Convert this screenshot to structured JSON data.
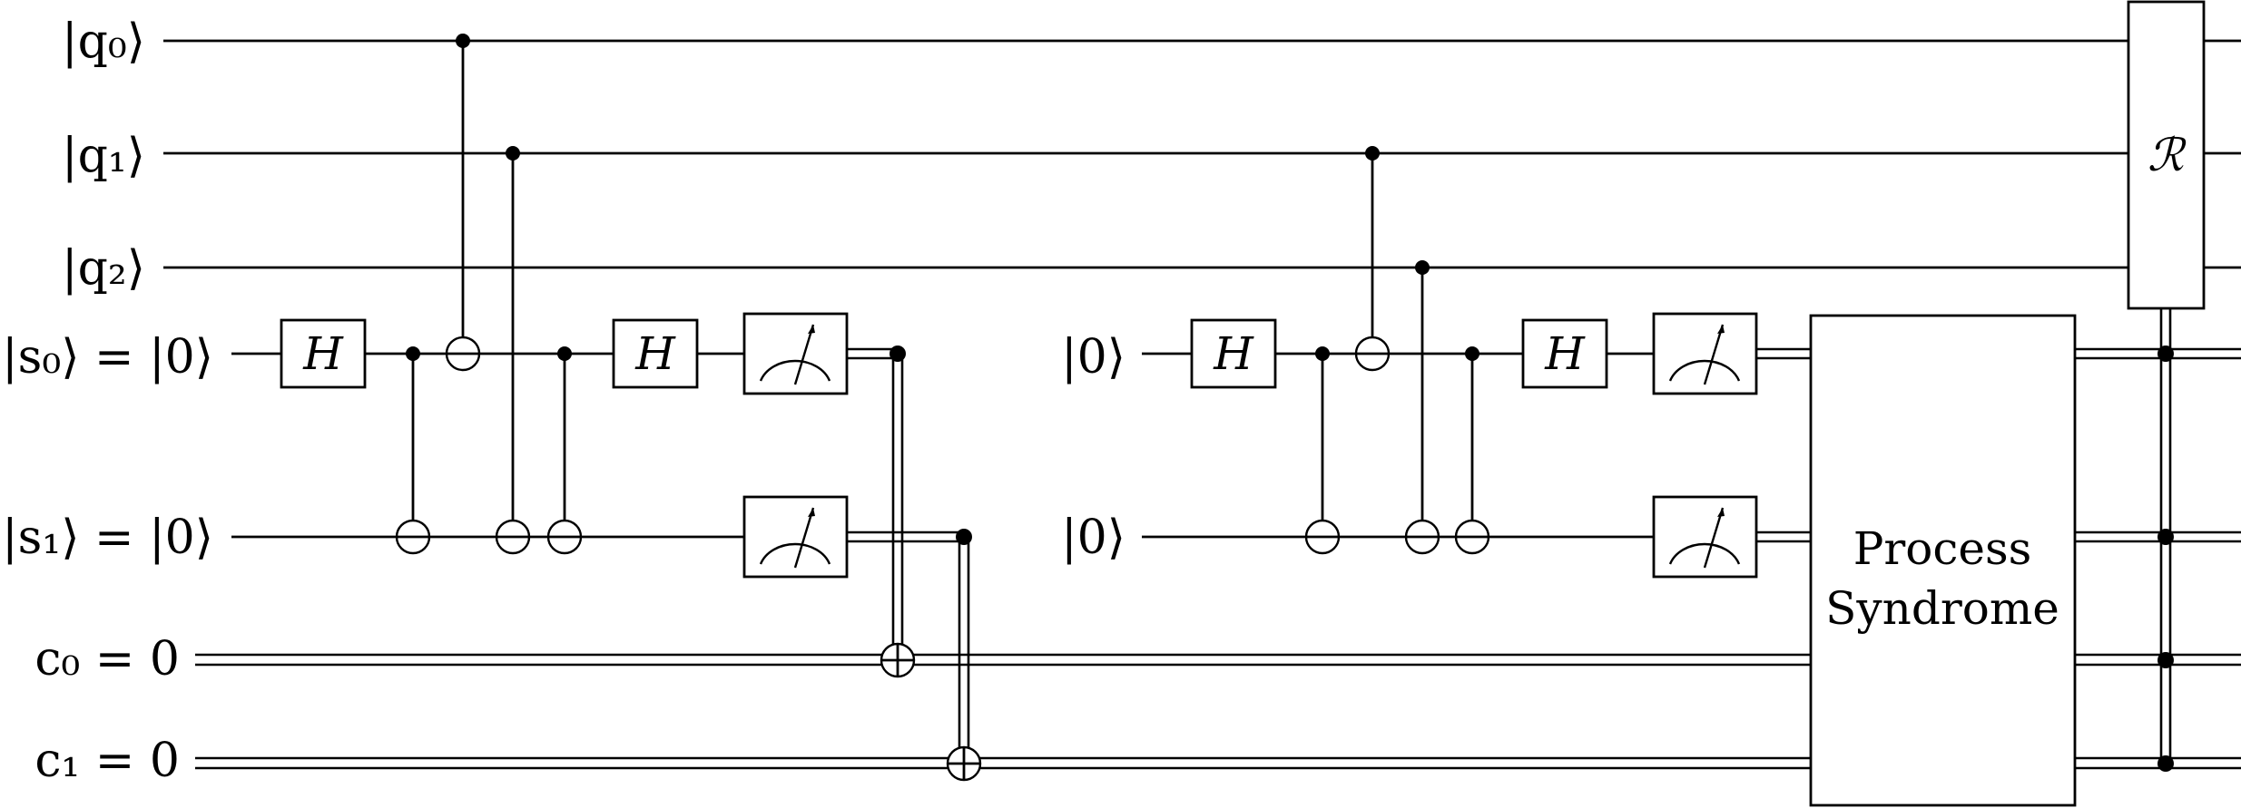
{
  "wires": {
    "q0": {
      "label": "|q₀⟩"
    },
    "q1": {
      "label": "|q₁⟩"
    },
    "q2": {
      "label": "|q₂⟩"
    },
    "s0": {
      "label": "|s₀⟩ = |0⟩"
    },
    "s1": {
      "label": "|s₁⟩ = |0⟩"
    },
    "c0": {
      "label": "c₀ = 0"
    },
    "c1": {
      "label": "c₁ = 0"
    }
  },
  "reset_labels": {
    "s0": "|0⟩",
    "s1": "|0⟩"
  },
  "gates": {
    "hadamard": "H",
    "process_syndrome": [
      "Process",
      "Syndrome"
    ],
    "recovery": "ℛ"
  },
  "icons": {
    "measurement": "measurement-meter-icon"
  }
}
